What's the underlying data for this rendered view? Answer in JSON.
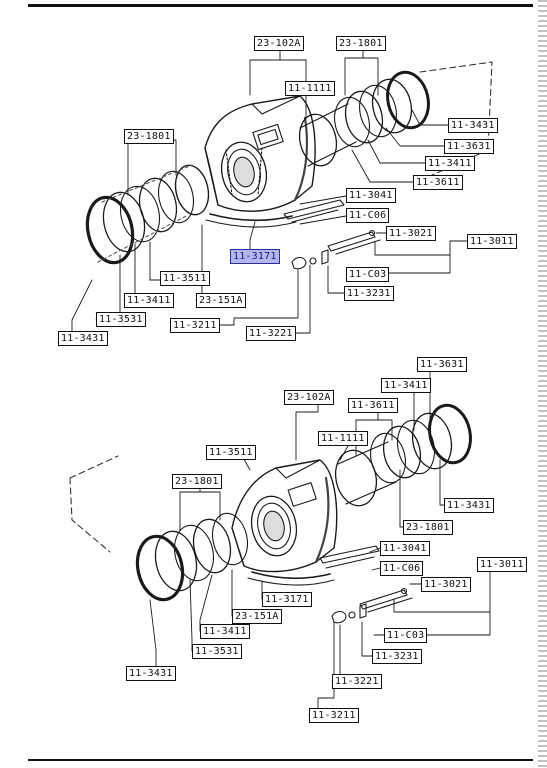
{
  "labels": {
    "l1": "23-102A",
    "l2": "23-1801",
    "l3": "11-1111",
    "l4": "11-3431",
    "l5": "11-3631",
    "l6": "11-3411",
    "l7": "11-3611",
    "l8": "23-1801",
    "l9": "11-3041",
    "l10": "11-C06",
    "l11": "11-3021",
    "l12": "11-3011",
    "l13": "11-3171",
    "l14": "11-3511",
    "l15": "11-C03",
    "l16": "11-3231",
    "l17": "11-3411",
    "l18": "23-151A",
    "l19": "11-3531",
    "l20": "11-3211",
    "l21": "11-3221",
    "l22": "11-3431",
    "m1": "11-3631",
    "m2": "11-3411",
    "m3": "23-102A",
    "m4": "11-3611",
    "m5": "11-1111",
    "m6": "11-3511",
    "m7": "23-1801",
    "m8": "11-3431",
    "m9": "23-1801",
    "m10": "11-3041",
    "m11": "11-C06",
    "m12": "11-3011",
    "m13": "11-3021",
    "m14": "11-3171",
    "m15": "23-151A",
    "m16": "11-3411",
    "m17": "11-C03",
    "m18": "11-3531",
    "m19": "11-3231",
    "m20": "11-3431",
    "m21": "11-3221",
    "m22": "11-3211"
  },
  "highlight": {
    "selected_label": "11-3171",
    "color": "#b3b7ee"
  }
}
